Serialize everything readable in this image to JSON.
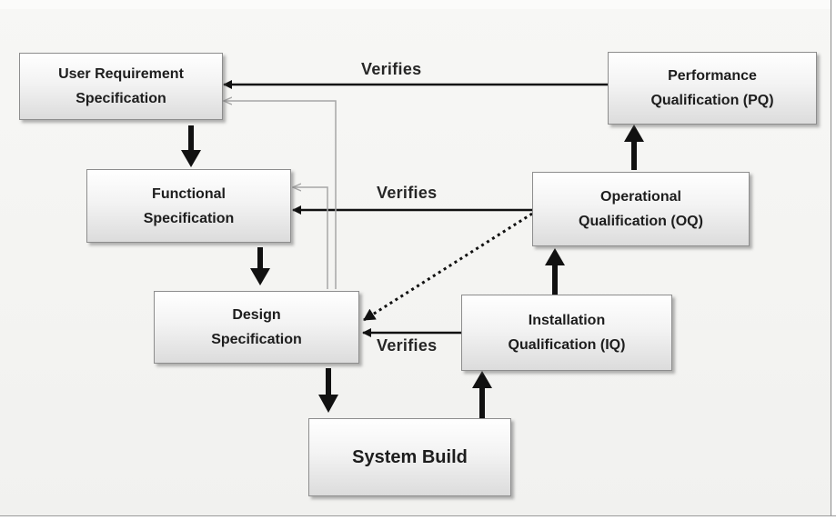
{
  "boxes": {
    "user_requirement": "User Requirement\nSpecification",
    "functional": "Functional\nSpecification",
    "design": "Design\nSpecification",
    "system_build": "System Build",
    "installation": "Installation\nQualification (IQ)",
    "operational": "Operational\nQualification (OQ)",
    "performance": "Performance\nQualification (PQ)"
  },
  "links": {
    "pq_to_urs": "Verifies",
    "oq_to_fs": "Verifies",
    "iq_to_ds": "Verifies"
  }
}
